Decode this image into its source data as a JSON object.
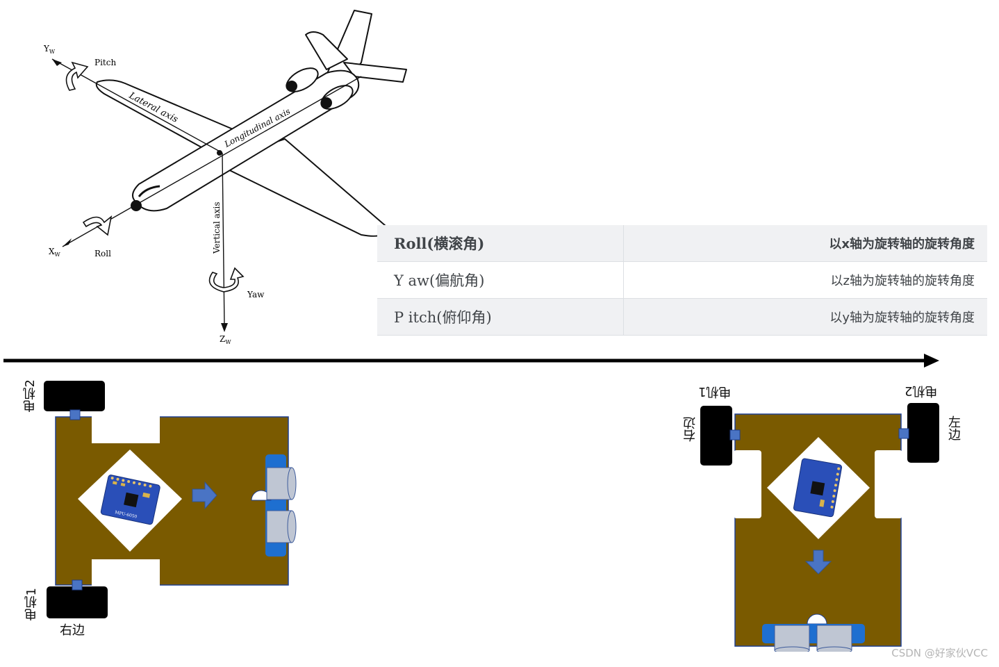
{
  "airplane": {
    "labels": {
      "yw": "Y",
      "yw_sub": "W",
      "xw": "X",
      "xw_sub": "W",
      "zw": "Z",
      "zw_sub": "W",
      "pitch": "Pitch",
      "roll": "Roll",
      "yaw": "Yaw",
      "lateral_axis": "Lateral axis",
      "longitudinal_axis": "Longitudinal axis",
      "vertical_axis": "Vertical axis"
    }
  },
  "table": {
    "rows": [
      {
        "name": "Roll(横滚角)",
        "desc": "以x轴为旋转轴的旋转角度"
      },
      {
        "name": "Y aw(偏航角)",
        "desc": "以z轴为旋转轴的旋转角度"
      },
      {
        "name": "P itch(俯仰角)",
        "desc": "以y轴为旋转轴的旋转角度"
      }
    ]
  },
  "car_left": {
    "motor_top": "电机2",
    "motor_bottom": "电机1",
    "right_side": "右边",
    "sensor_label": "MPU-6050"
  },
  "car_right": {
    "motor_left": "电机1",
    "motor_right": "电机2",
    "right_side": "右边",
    "left_side": "左边"
  },
  "colors": {
    "board": "#7a5a00",
    "arrow": "#4a74c4",
    "wheel": "#000000",
    "sensor": "#2a4fb8"
  },
  "watermark": "CSDN @好家伙VCC"
}
